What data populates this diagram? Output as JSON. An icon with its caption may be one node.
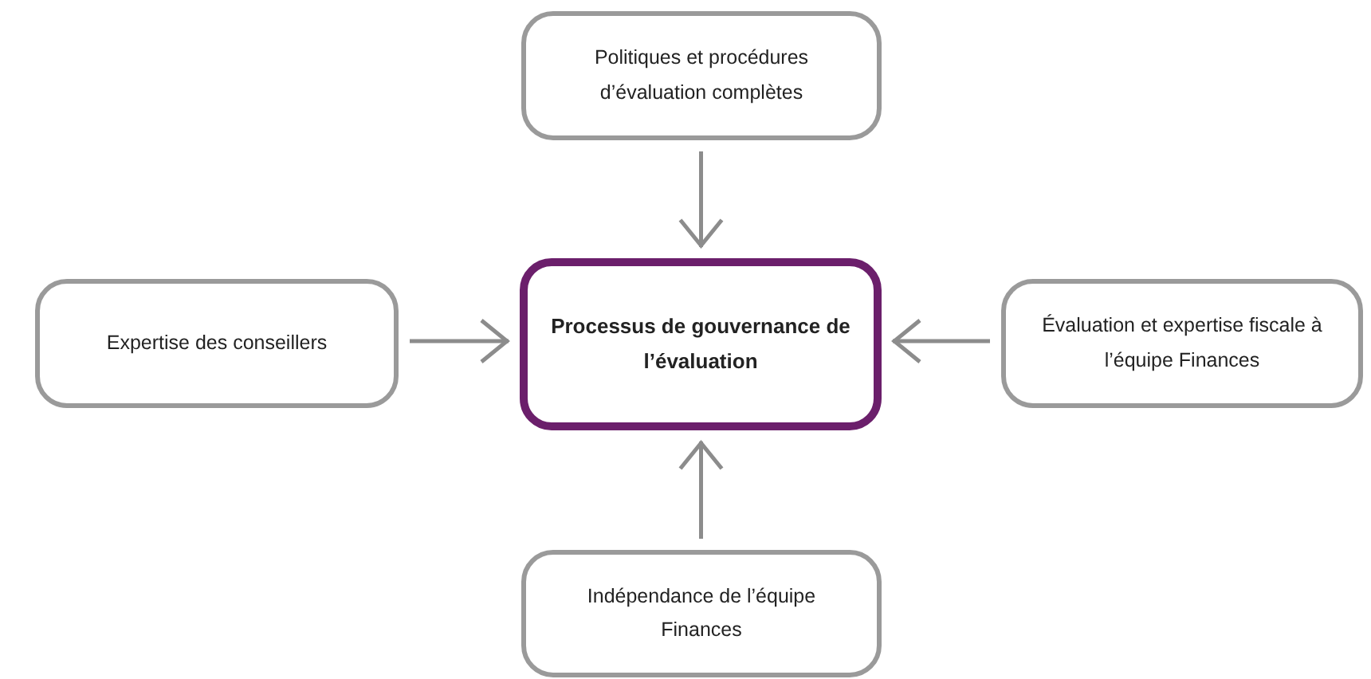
{
  "diagram": {
    "nodes": [
      {
        "text": [
          "Politiques et procédures d’évaluation complètes"
        ]
      },
      {
        "text": [
          "Expertise des conseillers"
        ]
      },
      {
        "text": [
          "Processus de gouvernance de l’évaluation"
        ]
      },
      {
        "text": [
          "Évaluation et expertise fiscale à l’équipe Finances"
        ]
      },
      {
        "text": [
          "Indépendance de l’équipe Finances"
        ]
      }
    ],
    "edges": [
      {
        "from": 0,
        "to": 2,
        "arrow": "to"
      },
      {
        "from": 1,
        "to": 2,
        "arrow": "to"
      },
      {
        "from": 3,
        "to": 2,
        "arrow": "to"
      },
      {
        "from": 4,
        "to": 2,
        "arrow": "to"
      }
    ]
  }
}
